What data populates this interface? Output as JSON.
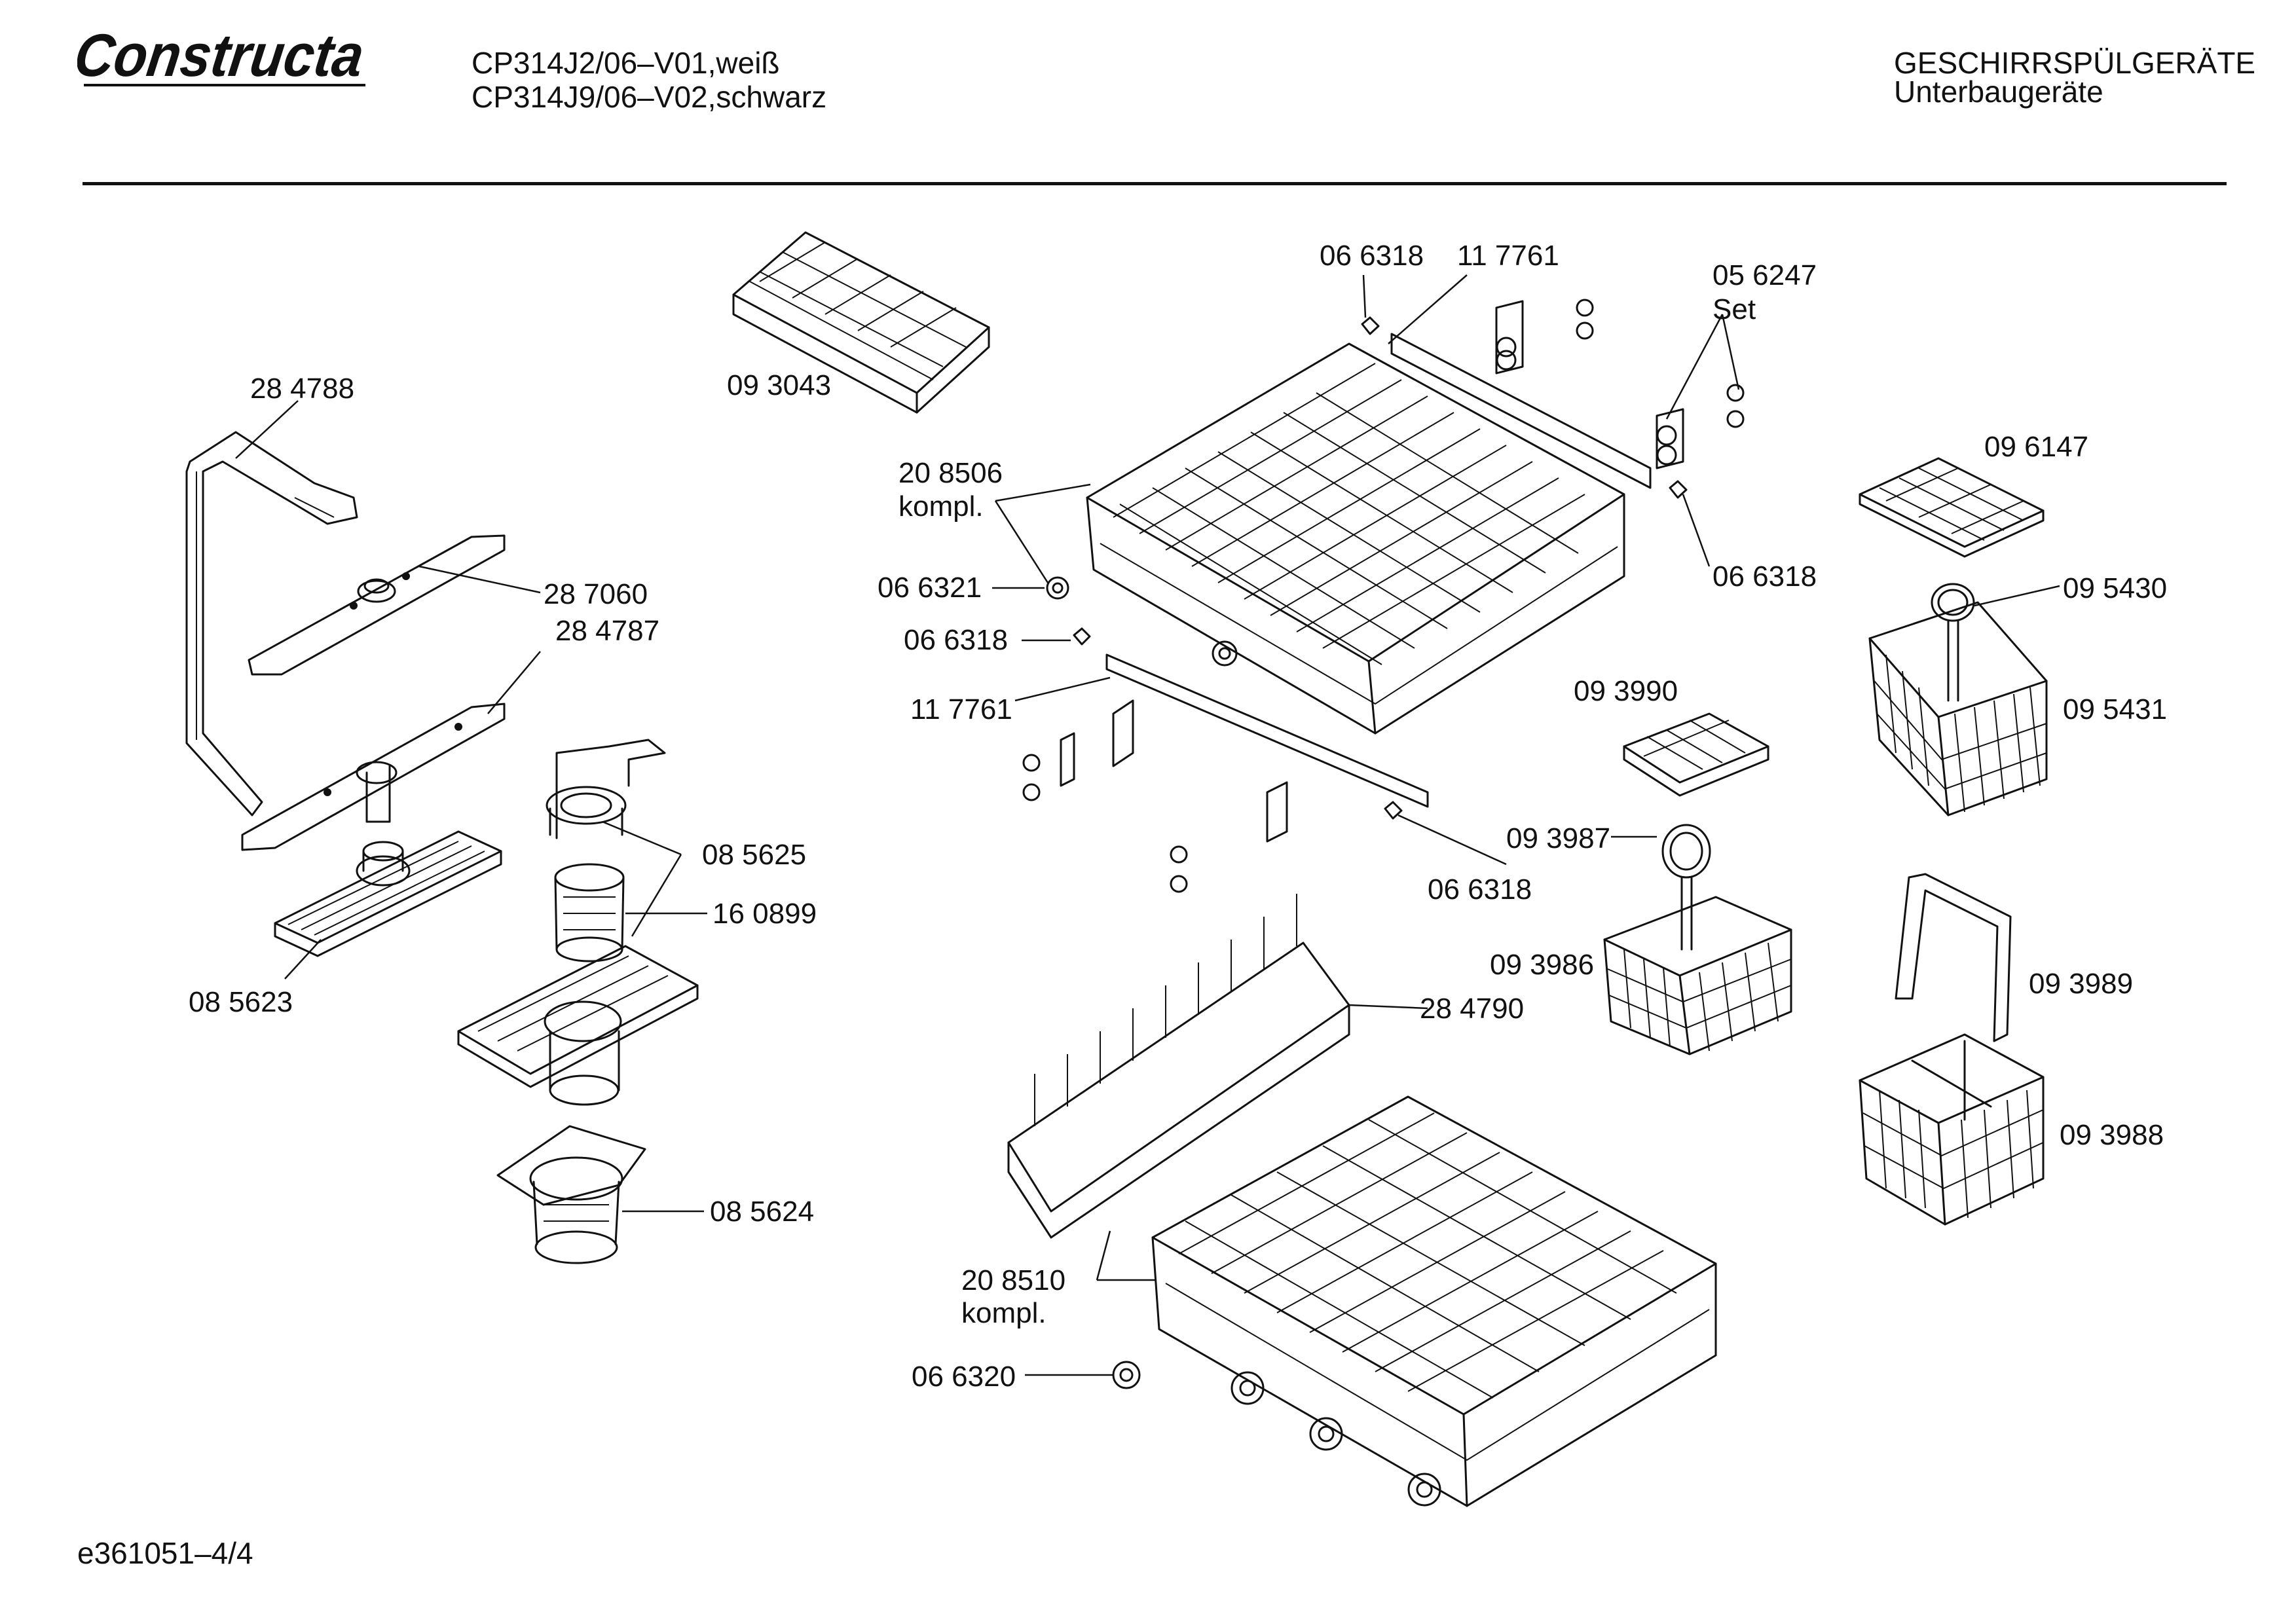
{
  "header": {
    "brand": "Constructa",
    "model_line_1": "CP314J2/06–V01,weiß",
    "model_line_2": "CP314J9/06–V02,schwarz",
    "category": "GESCHIRRSPÜLGERÄTE",
    "subcategory": "Unterbaugeräte"
  },
  "footer": {
    "drawing_id": "e361051–4/4"
  },
  "parts": {
    "p284788": "28 4788",
    "p287060": "28 7060",
    "p284787": "28 4787",
    "p085623": "08 5623",
    "p085625": "08 5625",
    "p160899": "16 0899",
    "p085624": "08 5624",
    "p093043": "09 3043",
    "p208506": "20 8506",
    "p208506_sub": "kompl.",
    "p066321": "06 6321",
    "p066318_a": "06 6318",
    "p066318_b": "06 6318",
    "p066318_c": "06 6318",
    "p066318_d": "06 6318",
    "p117761_a": "11 7761",
    "p117761_b": "11 7761",
    "p056247": "05 6247",
    "p056247_sub": "Set",
    "p093990": "09 3990",
    "p093987": "09 3987",
    "p093986": "09 3986",
    "p284790": "28 4790",
    "p208510": "20 8510",
    "p208510_sub": "kompl.",
    "p066320": "06 6320",
    "p096147": "09 6147",
    "p095430": "09 5430",
    "p095431": "09 5431",
    "p093989": "09 3989",
    "p093988": "09 3988"
  },
  "colors": {
    "ink": "#111111",
    "paper": "#ffffff"
  }
}
